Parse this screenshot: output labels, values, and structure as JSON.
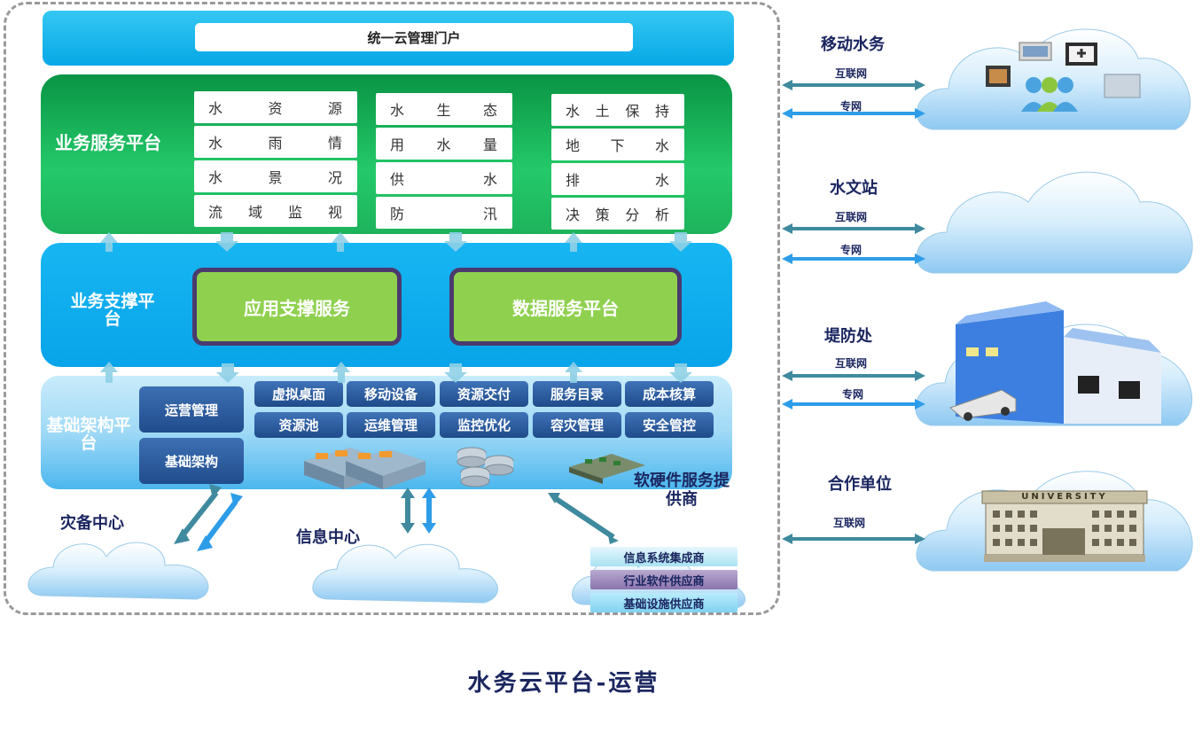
{
  "portal": {
    "title": "统一云管理门户"
  },
  "service_platform": {
    "title": "业务服务平台",
    "columns": [
      [
        "水资源",
        "水雨情",
        "水景况",
        "流域监视"
      ],
      [
        "水生态",
        "用水量",
        "供水",
        "防汛"
      ],
      [
        "水土保持",
        "地下水",
        "排水",
        "决策分析"
      ]
    ]
  },
  "support_platform": {
    "title": "业务支撑平台",
    "boxes": [
      "应用支撑服务",
      "数据服务平台"
    ]
  },
  "infra_platform": {
    "title": "基础架构平台",
    "mgmt": [
      "运营管理",
      "基础架构"
    ],
    "row1": [
      "虚拟桌面",
      "移动设备",
      "资源交付",
      "服务目录",
      "成本核算"
    ],
    "row2": [
      "资源池",
      "运维管理",
      "监控优化",
      "容灾管理",
      "安全管控"
    ]
  },
  "bottom": {
    "disaster_center": "灾备中心",
    "info_center": "信息中心",
    "provider_label": "软硬件服务提供商",
    "providers": [
      "信息系统集成商",
      "行业软件供应商",
      "基础设施供应商"
    ]
  },
  "right_nodes": [
    {
      "title": "移动水务",
      "links": [
        "互联网",
        "专网"
      ]
    },
    {
      "title": "水文站",
      "links": [
        "互联网",
        "专网"
      ]
    },
    {
      "title": "堤防处",
      "links": [
        "互联网",
        "专网"
      ]
    },
    {
      "title": "合作单位",
      "links": [
        "互联网"
      ]
    }
  ],
  "university_sign": "UNIVERSITY",
  "caption": "水务云平台-运营",
  "colors": {
    "service_green": "#1db35c",
    "support_blue": "#08a4e9",
    "box_green": "#8fd14f",
    "frame": "#4b3a6e",
    "navy": "#1b2660"
  }
}
